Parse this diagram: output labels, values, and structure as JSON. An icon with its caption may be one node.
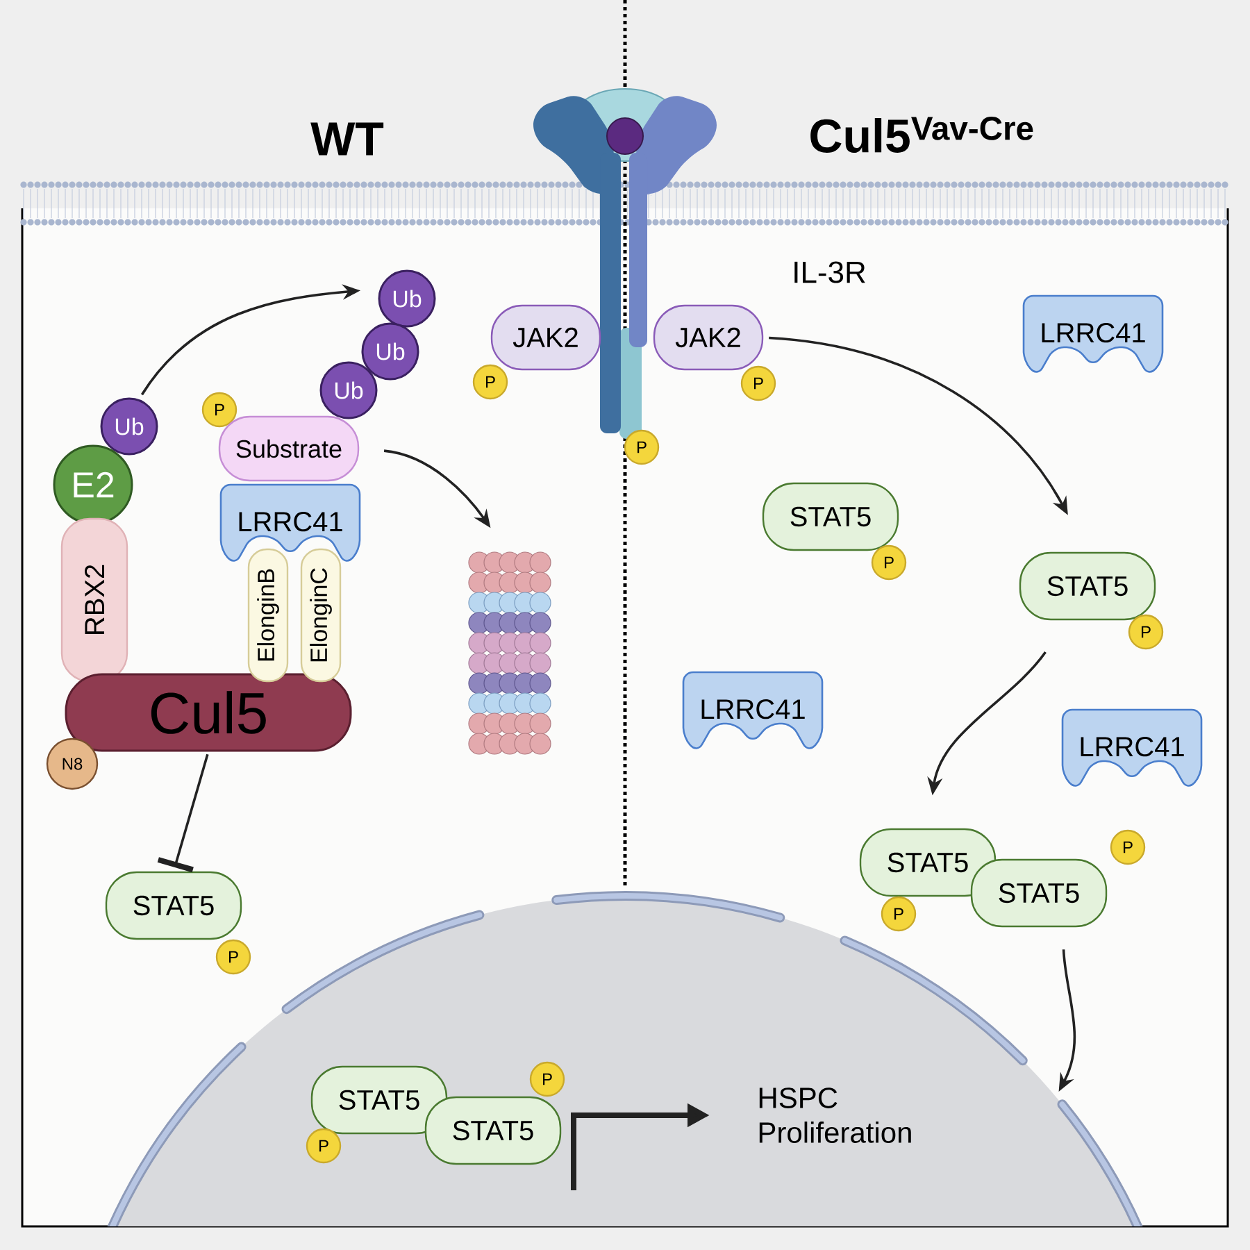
{
  "diagram": {
    "nodes": [
      {
        "text": [
          "Ub"
        ]
      },
      {
        "text": [
          "E2"
        ]
      },
      {
        "text": [
          "RBX2"
        ]
      },
      {
        "text": [
          "Cul5"
        ]
      },
      {
        "text": [
          "N8"
        ]
      },
      {
        "text": [
          "P"
        ]
      },
      {
        "text": [
          "Substrate"
        ]
      },
      {
        "text": [
          "Ub"
        ]
      },
      {
        "text": [
          "Ub"
        ]
      },
      {
        "text": [
          "Ub"
        ]
      },
      {
        "text": [
          "LRRC41"
        ]
      },
      {
        "text": [
          "ElonginB"
        ]
      },
      {
        "text": [
          "ElonginC"
        ]
      },
      {
        "text": [],
        "shape": "picture"
      },
      {
        "text": [
          "STAT5"
        ]
      },
      {
        "text": [
          "P"
        ]
      },
      {
        "text": [
          "JAK2"
        ]
      },
      {
        "text": [
          "P"
        ]
      },
      {
        "text": [
          "JAK2"
        ]
      },
      {
        "text": [
          "P"
        ]
      },
      {
        "text": [
          "P"
        ]
      },
      {
        "text": [
          "LRRC41"
        ]
      },
      {
        "text": [
          "STAT5"
        ]
      },
      {
        "text": [
          "P"
        ]
      },
      {
        "text": [
          "STAT5"
        ]
      },
      {
        "text": [
          "P"
        ]
      },
      {
        "text": [
          "LRRC41"
        ]
      },
      {
        "text": [
          "LRRC41"
        ]
      },
      {
        "text": [
          "STAT5"
        ]
      },
      {
        "text": [
          "STAT5"
        ]
      },
      {
        "text": [
          "P"
        ]
      },
      {
        "text": [
          "P"
        ]
      },
      {
        "text": [],
        "shape": "circle"
      },
      {
        "text": [
          "STAT5"
        ],
        "in": 32
      },
      {
        "text": [
          "STAT5"
        ],
        "in": 32
      },
      {
        "text": [
          "P"
        ],
        "in": 32
      },
      {
        "text": [
          "P"
        ],
        "in": 32
      },
      {
        "text": [
          "HSPC Proliferation"
        ],
        "in": 32
      }
    ],
    "edges": [
      {
        "from": 0,
        "to": 7,
        "arrow": "to"
      },
      {
        "from": 6,
        "to": 13,
        "arrow": "to"
      },
      {
        "from": 3,
        "to": 14,
        "arrow": "other"
      },
      {
        "from": 18,
        "to": 24,
        "arrow": "to"
      },
      {
        "from": 24,
        "to": 28,
        "arrow": "to"
      },
      {
        "from": 29,
        "to": 32,
        "arrow": "to"
      },
      {
        "from": null,
        "to": 37,
        "arrow": "to",
        "style": "thick"
      }
    ],
    "labels": [
      "WT",
      "Cul5$^{Vav-Cre}$",
      "IL-3R"
    ]
  }
}
